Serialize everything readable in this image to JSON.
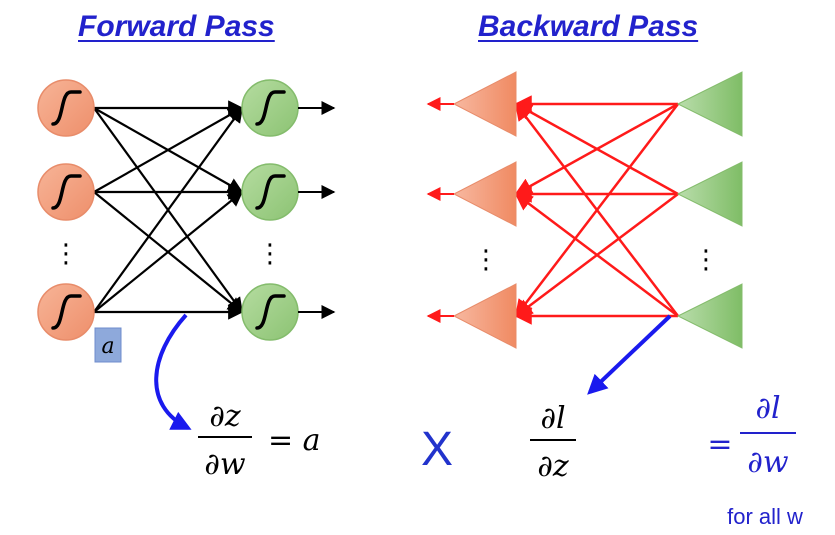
{
  "forward_title": "Forward Pass",
  "backward_title": "Backward Pass",
  "activation_label": "a",
  "ellipsis": "⋮",
  "equation": {
    "dz_num": "∂z",
    "dz_den": "∂w",
    "equals_a": "= a",
    "times": "X",
    "dl_num": "∂l",
    "dl_den": "∂z",
    "equals": "=",
    "result_num": "∂l",
    "result_den": "∂w",
    "note": "for all w"
  },
  "colors": {
    "title": "#2222cc",
    "forward_edge": "#000000",
    "backward_edge": "#ff1a1a",
    "orange_fill": "#f3a07e",
    "orange_stroke": "#e88c6a",
    "green_fill": "#9fcf88",
    "green_stroke": "#84bc6c",
    "arrow_blue": "#1a1aee",
    "label_box": "#8ea9db",
    "times_color": "#2233cc"
  },
  "icons": [
    "sigmoid-neuron-icon",
    "triangle-backprop-node-icon"
  ]
}
